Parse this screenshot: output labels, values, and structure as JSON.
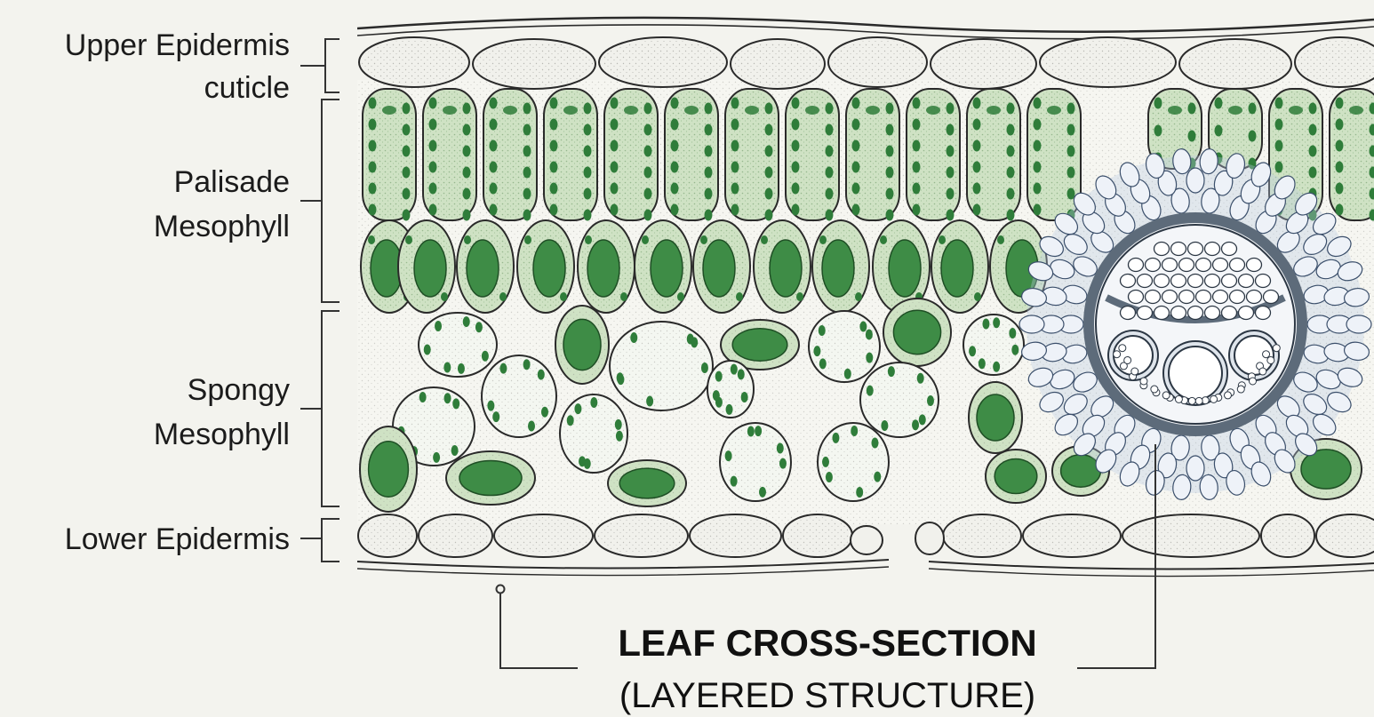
{
  "title": "LEAF CROSS-SECTION",
  "subtitle": "(LAYERED STRUCTURE)",
  "labels": {
    "upper_epidermis": "Upper Epidermis",
    "cuticle": "cuticle",
    "palisade_line1": "Palisade",
    "palisade_line2": "Mesophyll",
    "spongy_line1": "Spongy",
    "spongy_line2": "Mesophyll",
    "lower_epidermis": "Lower Epidermis"
  },
  "colors": {
    "background": "#f3f3ee",
    "cell_outline": "#2a2a2a",
    "epidermis_fill": "#f1f1ec",
    "palisade_fill": "#cfe2c4",
    "chloroplast": "#2f7d3a",
    "spongy_fill": "#f4f7f1",
    "vein_ring": "#5d6b7a",
    "bundle_sheath": "#b9cbe3"
  }
}
